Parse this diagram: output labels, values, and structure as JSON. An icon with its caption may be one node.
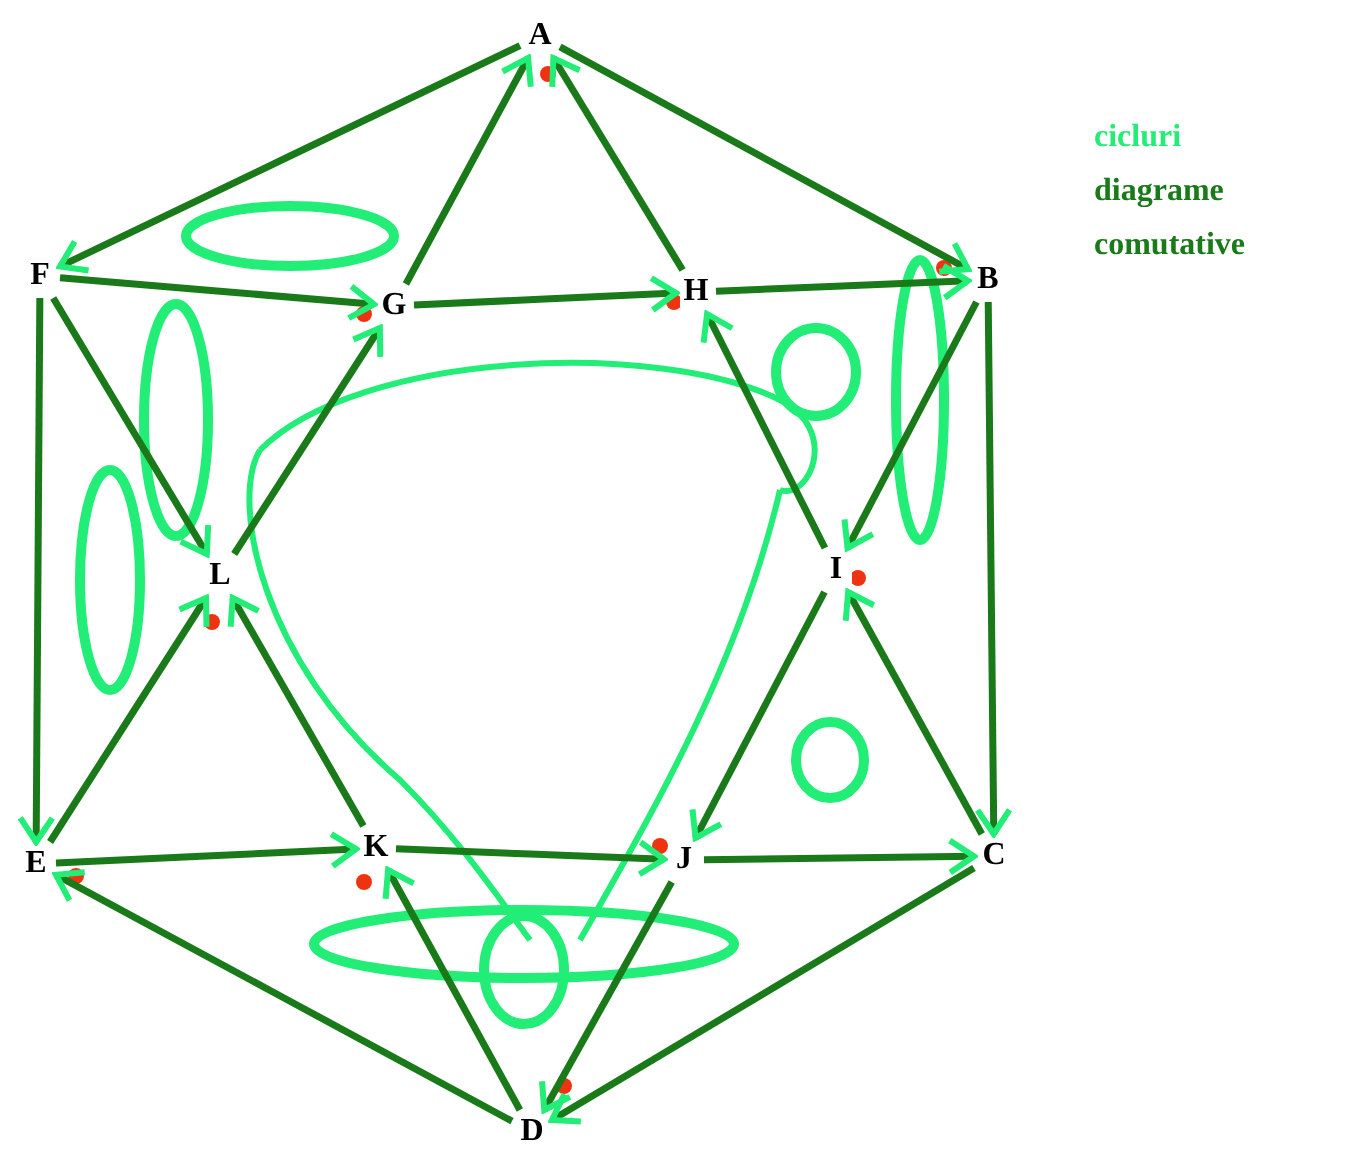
{
  "diagram": {
    "nodes": [
      {
        "text": [
          "A"
        ]
      },
      {
        "text": [
          "F"
        ]
      },
      {
        "text": [
          "G"
        ]
      },
      {
        "text": [
          "H"
        ]
      },
      {
        "text": [
          "B"
        ]
      },
      {
        "text": [
          "L"
        ]
      },
      {
        "text": [
          "I"
        ]
      },
      {
        "text": [
          "E"
        ]
      },
      {
        "text": [
          "K"
        ]
      },
      {
        "text": [
          "J"
        ]
      },
      {
        "text": [
          "C"
        ]
      },
      {
        "text": [
          "D"
        ]
      }
    ],
    "edges": [
      {
        "from": 0,
        "to": 1,
        "arrow": "to"
      },
      {
        "from": 0,
        "to": 4,
        "arrow": "to"
      },
      {
        "from": 4,
        "to": 10,
        "arrow": "to"
      },
      {
        "from": 10,
        "to": 11,
        "arrow": "to"
      },
      {
        "from": 11,
        "to": 7,
        "arrow": "to"
      },
      {
        "from": 1,
        "to": 7,
        "arrow": "to"
      },
      {
        "from": 1,
        "to": 2,
        "arrow": "to"
      },
      {
        "from": 2,
        "to": 3,
        "arrow": "to"
      },
      {
        "from": 3,
        "to": 4,
        "arrow": "to"
      },
      {
        "from": 7,
        "to": 8,
        "arrow": "to"
      },
      {
        "from": 8,
        "to": 9,
        "arrow": "to"
      },
      {
        "from": 9,
        "to": 10,
        "arrow": "to"
      },
      {
        "from": 2,
        "to": 0,
        "arrow": "to"
      },
      {
        "from": 5,
        "to": 2,
        "arrow": "to"
      },
      {
        "from": 7,
        "to": 5,
        "arrow": "to"
      },
      {
        "from": 3,
        "to": 0,
        "arrow": "to"
      },
      {
        "from": 6,
        "to": 3,
        "arrow": "to"
      },
      {
        "from": 10,
        "to": 6,
        "arrow": "to"
      },
      {
        "from": 1,
        "to": 5,
        "arrow": "to"
      },
      {
        "from": 8,
        "to": 5,
        "arrow": "to"
      },
      {
        "from": 11,
        "to": 8,
        "arrow": "to"
      },
      {
        "from": 4,
        "to": 6,
        "arrow": "to"
      },
      {
        "from": 6,
        "to": 9,
        "arrow": "to"
      },
      {
        "from": 9,
        "to": 11,
        "arrow": "to"
      }
    ],
    "labels": [
      "cicluri",
      "diagrame",
      "comutative"
    ]
  }
}
